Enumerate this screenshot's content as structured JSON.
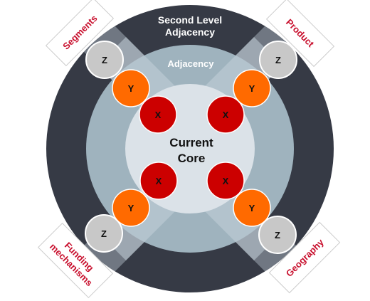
{
  "rings": {
    "outer_label_line1": "Second Level",
    "outer_label_line2": "Adjacency",
    "middle_label": "Adjacency",
    "core_line1": "Current",
    "core_line2": "Core"
  },
  "axes": {
    "top_left": "Segments",
    "top_right": "Product",
    "bottom_left_line1": "Funding",
    "bottom_left_line2": "mechanisms",
    "bottom_right": "Geography"
  },
  "nodes": {
    "x": "X",
    "y": "Y",
    "z": "Z"
  },
  "colors": {
    "outer_ring": "#363a45",
    "middle_ring": "#9fb3be",
    "core": "#dbe2e8",
    "x_node": "#cc0000",
    "y_node": "#ff6a00",
    "z_node": "#c8c8c8",
    "label_red": "#c8102e"
  }
}
